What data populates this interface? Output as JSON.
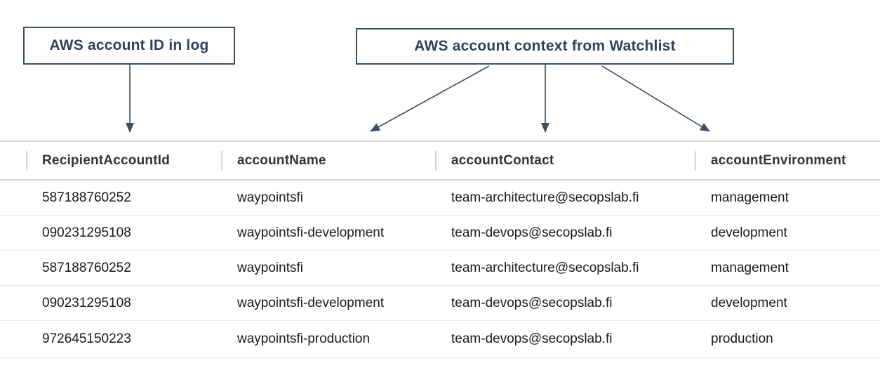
{
  "annotations": {
    "log_label": "AWS account ID in log",
    "watchlist_label": "AWS account context from Watchlist"
  },
  "table": {
    "columns": [
      "RecipientAccountId",
      "accountName",
      "accountContact",
      "accountEnvironment"
    ],
    "rows": [
      [
        "587188760252",
        "waypointsfi",
        "team-architecture@secopslab.fi",
        "management"
      ],
      [
        "090231295108",
        "waypointsfi-development",
        "team-devops@secopslab.fi",
        "development"
      ],
      [
        "587188760252",
        "waypointsfi",
        "team-architecture@secopslab.fi",
        "management"
      ],
      [
        "090231295108",
        "waypointsfi-development",
        "team-devops@secopslab.fi",
        "development"
      ],
      [
        "972645150223",
        "waypointsfi-production",
        "team-devops@secopslab.fi",
        "production"
      ]
    ]
  },
  "colors": {
    "accent": "#3e4c62",
    "header_text": "#30343a",
    "body_text": "#17191c",
    "row_divider": "#e9e9e9",
    "header_divider": "#d2d2d2"
  }
}
